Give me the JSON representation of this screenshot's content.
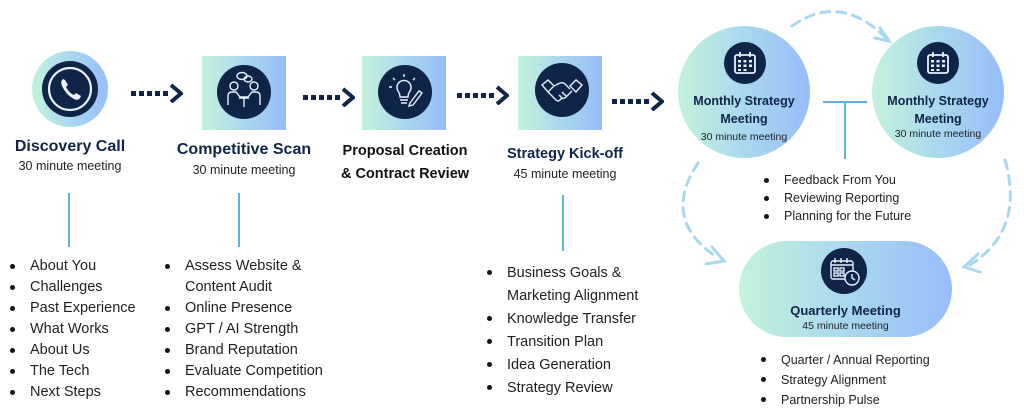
{
  "steps": [
    {
      "icon": "phone-icon",
      "title": "Discovery Call",
      "subtitle": "30 minute meeting",
      "items": [
        "About You",
        "Challenges",
        "Past Experience",
        "What Works",
        "About Us",
        "The Tech",
        "Next Steps"
      ]
    },
    {
      "icon": "meeting-people-icon",
      "title": "Competitive Scan",
      "subtitle": "30 minute meeting",
      "items": [
        "Assess Website &",
        "Content Audit",
        "Online Presence",
        "GPT / AI Strength",
        "Brand Reputation",
        "Evaluate Competition",
        "Recommendations"
      ]
    },
    {
      "icon": "lightbulb-pencil-icon",
      "title_line1": "Proposal Creation",
      "title_line2": "& Contract Review"
    },
    {
      "icon": "handshake-icon",
      "title": "Strategy Kick-off",
      "subtitle": "45 minute meeting",
      "items": [
        "Business Goals &",
        "Marketing Alignment",
        "Knowledge Transfer",
        "Transition Plan",
        "Idea Generation",
        "Strategy Review"
      ]
    }
  ],
  "monthly": [
    {
      "icon": "calendar-icon",
      "title_line1": "Monthly Strategy",
      "title_line2": "Meeting",
      "subtitle": "30 minute meeting"
    },
    {
      "icon": "calendar-icon",
      "title_line1": "Monthly Strategy",
      "title_line2": "Meeting",
      "subtitle": "30 minute meeting"
    }
  ],
  "monthly_items": [
    "Feedback From You",
    "Reviewing Reporting",
    "Planning for the Future"
  ],
  "quarterly": {
    "icon": "calendar-clock-icon",
    "title": "Quarterly Meeting",
    "subtitle": "45 minute meeting",
    "items": [
      "Quarter / Annual Reporting",
      "Strategy Alignment",
      "Partnership Pulse"
    ]
  },
  "colors": {
    "navy": "#0f2447",
    "connector": "#5fb0dc",
    "dashed": "#a8d8f0",
    "gradient_start": "#c4f2dc",
    "gradient_end": "#97bdfa"
  }
}
